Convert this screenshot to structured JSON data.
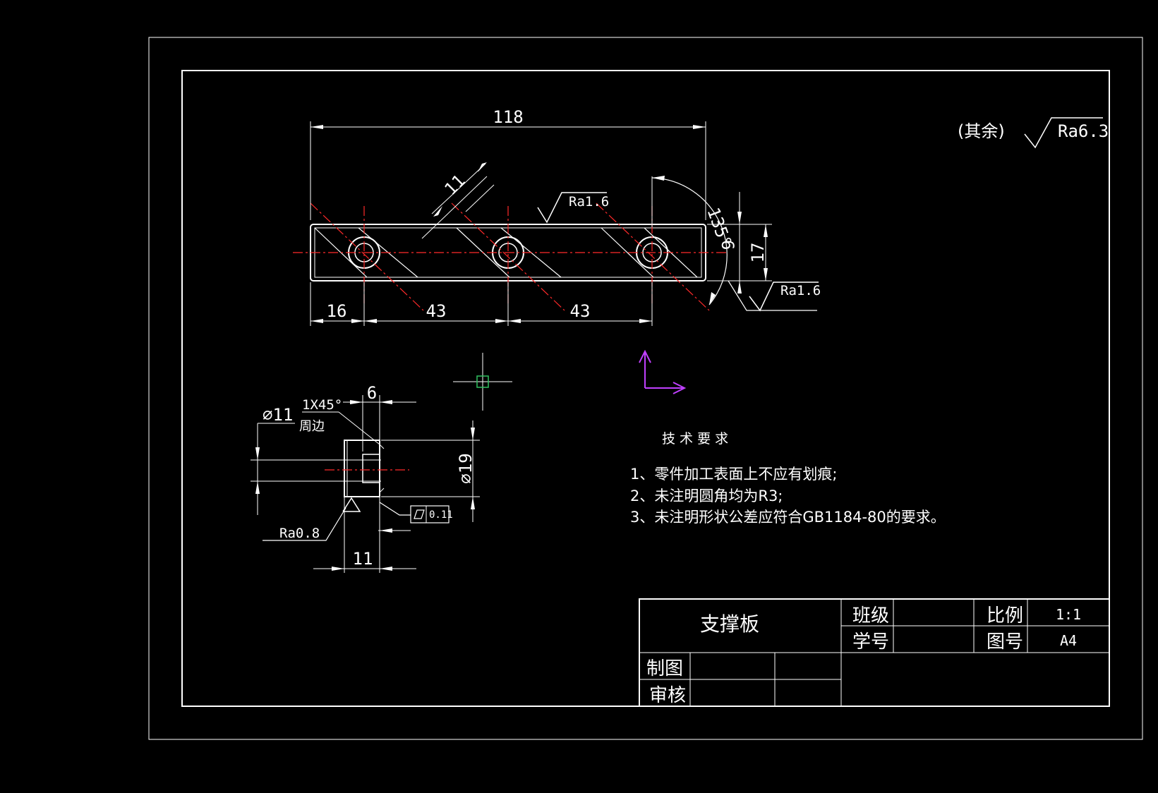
{
  "drawing": {
    "general_roughness": {
      "prefix": "(其余)",
      "value": "Ra6.3"
    },
    "main_view": {
      "overall_length": "118",
      "hole_offset": "16",
      "hole_spacing_1": "43",
      "hole_spacing_2": "43",
      "hatch_width": "11",
      "angle": "135°",
      "thickness": "17",
      "edge_dim": "6",
      "roughness_top": "Ra1.6",
      "roughness_right": "Ra1.6"
    },
    "side_view": {
      "chamfer": "1X45°",
      "chamfer_note": "周边",
      "dia_small": "⌀11",
      "dia_large": "⌀19",
      "head_width": "6",
      "total_length": "11",
      "roughness": "Ra0.8",
      "flatness": "0.11"
    },
    "tech_requirements": {
      "title": "技 术 要 求",
      "items": [
        "1、零件加工表面上不应有划痕;",
        "2、未注明圆角均为R3;",
        "3、未注明形状公差应符合GB1184-80的要求。"
      ]
    },
    "title_block": {
      "part_name": "支撑板",
      "class_label": "班级",
      "student_id_label": "学号",
      "scale_label": "比例",
      "scale_value": "1:1",
      "drawing_no_label": "图号",
      "drawing_no_value": "A4",
      "drafted_label": "制图",
      "reviewed_label": "审核"
    }
  },
  "colors": {
    "background": "#000000",
    "lines": "#ffffff",
    "centerline": "#ff2a2a",
    "ucs": "#c040ff",
    "cursor": "#ffffff",
    "cursor_box": "#30c060"
  }
}
